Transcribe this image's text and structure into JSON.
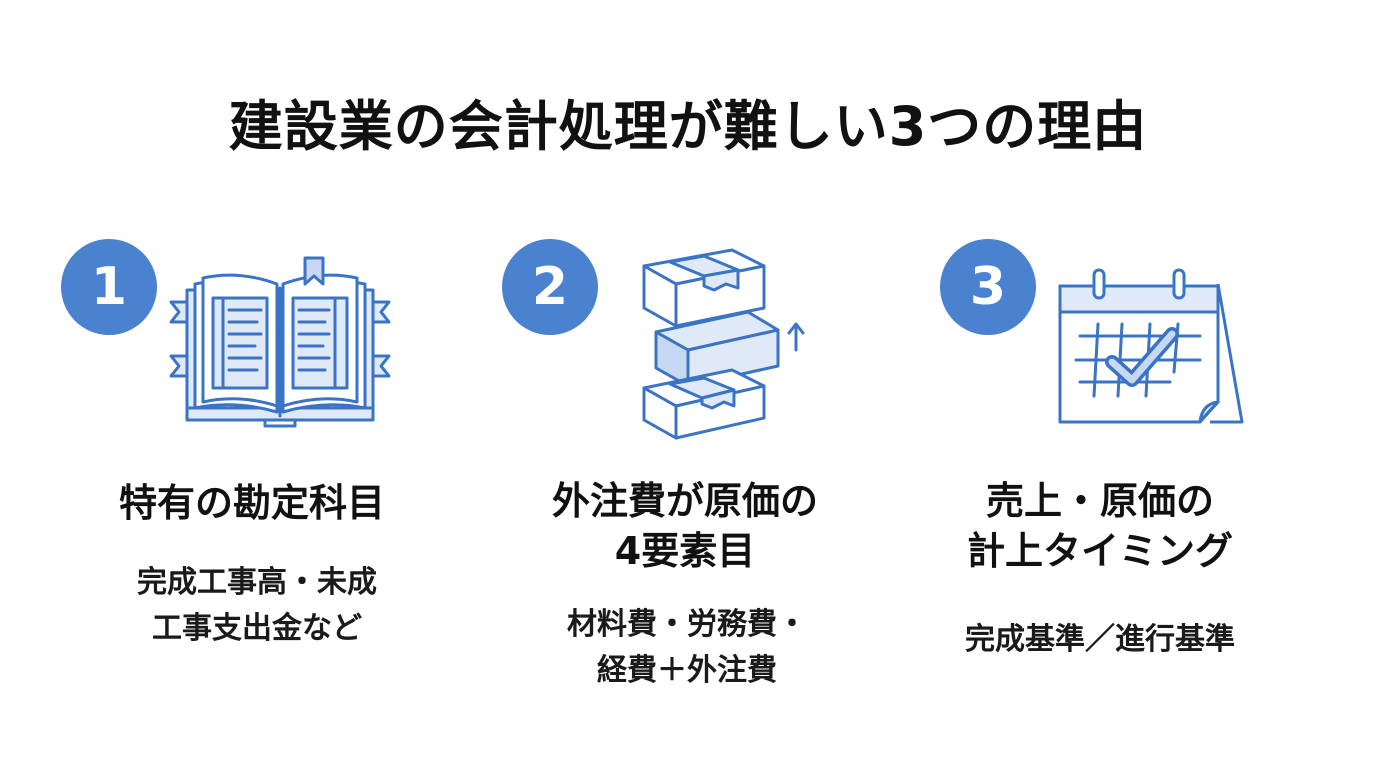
{
  "title": "建設業の会計処理が難しい3つの理由",
  "reasons": [
    {
      "number": "1",
      "icon": "ledger-book-icon",
      "heading_lines": [
        "特有の勘定科目"
      ],
      "detail_lines": [
        "完成工事高・未成",
        "工事支出金など"
      ]
    },
    {
      "number": "2",
      "icon": "stacked-boxes-icon",
      "heading_lines": [
        "外注費が原価の",
        "4要素目"
      ],
      "detail_lines": [
        "材料費・労務費・",
        "経費＋外注費"
      ]
    },
    {
      "number": "3",
      "icon": "calendar-check-icon",
      "heading_lines": [
        "売上・原価の",
        "計上タイミング"
      ],
      "detail_lines": [
        "完成基準／進行基準"
      ]
    }
  ],
  "colors": {
    "accent": "#4a82cf",
    "icon_stroke": "#3b74c4",
    "icon_fill": "#dfe9f8",
    "text": "#111111",
    "background": "#ffffff"
  }
}
